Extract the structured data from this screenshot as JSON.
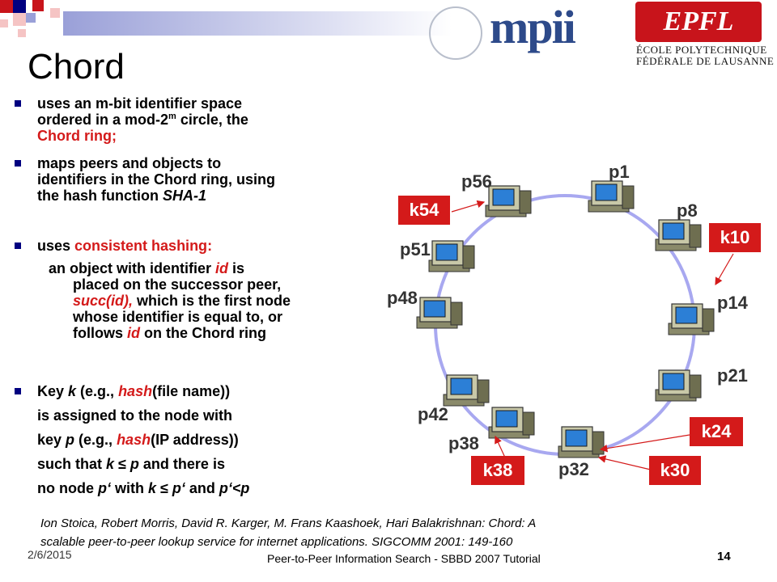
{
  "header": {
    "title": "Chord",
    "logo_mpi": "mpii",
    "logo_epfl": "EPFL",
    "epfl_line1": "ÉCOLE POLYTECHNIQUE",
    "epfl_line2": "FÉDÉRALE DE LAUSANNE"
  },
  "bullets": {
    "b1_part1": "uses an m-bit identifier space",
    "b1_part2": "ordered in a mod-2",
    "b1_sup": "m",
    "b1_part3": " circle, the",
    "b1_red": "Chord ring;",
    "b2_line1": "maps peers and objects to",
    "b2_line2": "identifiers in the Chord ring, using",
    "b2_line3a": "the hash function ",
    "b2_line3b": "SHA-1",
    "b3_a": "uses ",
    "b3_red": "consistent hashing",
    "b3_colon": ":",
    "sub_l1a": "an object with identifier ",
    "sub_l1b": "id",
    "sub_l1c": " is",
    "sub_l2": "placed on the successor peer,",
    "sub_l3a": "succ(id),",
    "sub_l3b": " which is the first node",
    "sub_l4": "whose identifier is equal to, or",
    "sub_l5a": "follows ",
    "sub_l5b": "id",
    "sub_l5c": " on the Chord ring",
    "b4_l1a": "Key ",
    "b4_l1b": "k",
    "b4_l1c": " (e.g., ",
    "b4_l1d": "hash",
    "b4_l1e": "(file name))",
    "b4_l2": "is assigned to the node with",
    "b4_l3a": "key ",
    "b4_l3b": "p",
    "b4_l3c": " (e.g., ",
    "b4_l3d": "hash",
    "b4_l3e": "(IP address))",
    "b4_l4a": "such that ",
    "b4_l4b": "k",
    "b4_l4c": " ≤ ",
    "b4_l4d": "p",
    "b4_l4e": " and there is",
    "b4_l5a": "no node ",
    "b4_l5b": "p‘",
    "b4_l5c": " with ",
    "b4_l5d": "k",
    "b4_l5e": " ≤ ",
    "b4_l5f": "p‘",
    "b4_l5g": " and ",
    "b4_l5h": "p‘<p"
  },
  "diagram": {
    "peers": [
      "p1",
      "p8",
      "p14",
      "p21",
      "p32",
      "p38",
      "p42",
      "p48",
      "p51",
      "p56"
    ],
    "keys": [
      "k10",
      "k24",
      "k30",
      "k38",
      "k54"
    ],
    "ring_color": "#a8a8f0",
    "key_color": "#d41a1a"
  },
  "footer": {
    "citation_line1": "Ion Stoica, Robert Morris, David R. Karger, M. Frans Kaashoek, Hari Balakrishnan: Chord: A",
    "citation_line2": "scalable peer-to-peer lookup service for internet applications. SIGCOMM 2001: 149-160",
    "date": "2/6/2015",
    "tutorial": "Peer-to-Peer Information Search - SBBD 2007 Tutorial",
    "page": "14"
  }
}
